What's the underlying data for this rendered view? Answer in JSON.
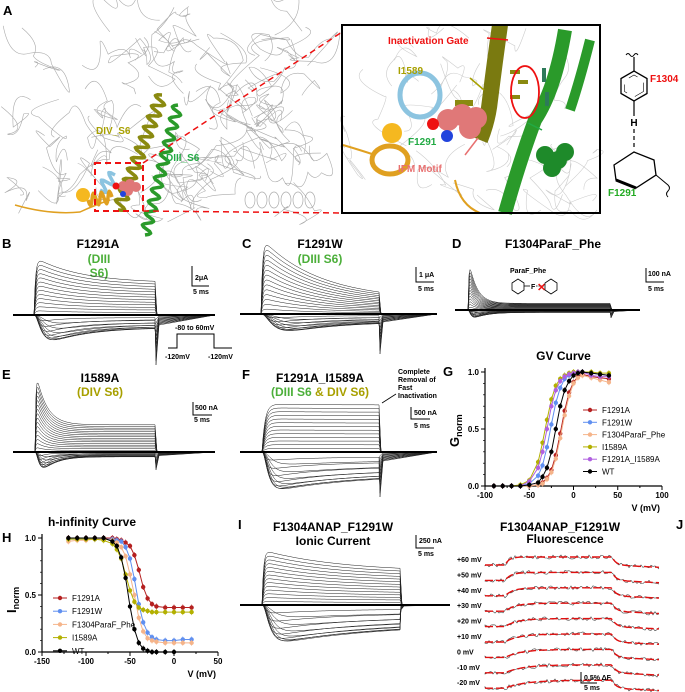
{
  "panels": {
    "A": {
      "letter": "A",
      "labels": {
        "div_s6": "DIV_S6",
        "diii_s6": "DIII_S6"
      },
      "inset": {
        "gate": "Inactivation Gate",
        "i1589": "I1589",
        "f1291": "F1291",
        "ifm": "IFM Motif"
      },
      "chem": {
        "top": "F1304",
        "h": "H",
        "bottom": "F1291"
      }
    },
    "B": {
      "letter": "B",
      "title": "F1291A",
      "sub1": "(DIII",
      "sub2": "S6)",
      "scale_y": "2μA",
      "scale_x": "5 ms",
      "protocol": {
        "step": "-80 to 60mV",
        "hold_left": "-120mV",
        "hold_right": "-120mV"
      }
    },
    "C": {
      "letter": "C",
      "title": "F1291W",
      "sub": "(DIII S6)",
      "scale_y": "1 μA",
      "scale_x": "5 ms"
    },
    "D": {
      "letter": "D",
      "title": "F1304ParaF_Phe",
      "inset_label": "ParaF_Phe",
      "inset_atom": "F",
      "scale_y": "100 nA",
      "scale_x": "5 ms"
    },
    "E": {
      "letter": "E",
      "title": "I1589A",
      "sub": "(DIV S6)",
      "scale_y": "500 nA",
      "scale_x": "5 ms"
    },
    "F": {
      "letter": "F",
      "title": "F1291A_I1589A",
      "sub_a": "(DIII S6",
      "sub_amp": " & ",
      "sub_b": "DIV S6)",
      "scale_y": "500 nA",
      "scale_x": "5 ms",
      "annotation": [
        "Complete",
        "Removal of",
        "Fast",
        "Inactivation"
      ]
    },
    "I": {
      "letter": "I",
      "title": "F1304ANAP_F1291W",
      "sub": "Ionic Current",
      "scale_y": "250 nA",
      "scale_x": "5 ms"
    },
    "J": {
      "letter": "J",
      "title": "F1304ANAP_F1291W",
      "sub": "Fluorescence",
      "scale_y": "0.5% ΔF",
      "scale_x": "5 ms",
      "voltages": [
        "+60 mV",
        "+50 mV",
        "+40 mV",
        "+30 mV",
        "+20 mV",
        "+10 mV",
        "0 mV",
        "-10 mV",
        "-20 mV"
      ]
    }
  },
  "colors": {
    "F1291A": "#b52020",
    "F1291W": "#5f8ff0",
    "F1304ParaF_Phe": "#f5b48a",
    "I1589A": "#b3b000",
    "F1291A_I1589A": "#b060e0",
    "WT": "#000000",
    "green_label": "#4caf3a",
    "olive_label": "#a8a000",
    "red_label": "#ee1111",
    "pink_label": "#e87070"
  },
  "chart_data": [
    {
      "id": "G",
      "letter": "G",
      "type": "line",
      "title": "GV Curve",
      "xlabel": "V (mV)",
      "ylabel": "G",
      "ylabel_sub": "norm",
      "xlim": [
        -100,
        100
      ],
      "ylim": [
        0,
        1.0
      ],
      "xticks": [
        -100,
        -50,
        0,
        50,
        100
      ],
      "xtick_labels": [
        "-100",
        "-50",
        "0",
        "50",
        "100"
      ],
      "yticks": [
        0,
        0.5,
        1.0
      ],
      "ytick_labels": [
        "0.0",
        "0.5",
        "1.0"
      ],
      "legend_position": "right",
      "grid": false,
      "x": [
        -90,
        -80,
        -70,
        -60,
        -50,
        -40,
        -35,
        -30,
        -25,
        -20,
        -15,
        -10,
        -5,
        0,
        5,
        10,
        20,
        30,
        40
      ],
      "series": [
        {
          "name": "F1291A",
          "values": [
            0,
            0,
            0,
            0,
            0,
            0.01,
            0.03,
            0.07,
            0.14,
            0.27,
            0.46,
            0.66,
            0.82,
            0.91,
            0.96,
            0.98,
            0.96,
            0.95,
            0.94
          ]
        },
        {
          "name": "F1291W",
          "values": [
            0,
            0,
            0,
            0,
            0.02,
            0.09,
            0.18,
            0.34,
            0.54,
            0.73,
            0.86,
            0.94,
            0.97,
            0.99,
            1.0,
            1.0,
            0.99,
            0.98,
            0.97
          ]
        },
        {
          "name": "F1304ParaF_Phe",
          "values": [
            0,
            0,
            0,
            0,
            0,
            0.01,
            0.02,
            0.06,
            0.12,
            0.24,
            0.42,
            0.62,
            0.79,
            0.9,
            0.95,
            0.97,
            0.95,
            0.93,
            0.91
          ]
        },
        {
          "name": "I1589A",
          "values": [
            0,
            0,
            0,
            0.01,
            0.05,
            0.21,
            0.38,
            0.58,
            0.76,
            0.88,
            0.94,
            0.97,
            0.99,
            1.0,
            1.0,
            1.0,
            1.0,
            0.99,
            0.99
          ]
        },
        {
          "name": "F1291A_I1589A",
          "values": [
            0,
            0,
            0,
            0,
            0.04,
            0.16,
            0.3,
            0.5,
            0.7,
            0.84,
            0.92,
            0.96,
            0.98,
            0.99,
            1.0,
            1.0,
            0.97,
            0.96,
            0.96
          ]
        },
        {
          "name": "WT",
          "values": [
            0,
            0,
            0,
            0,
            0.01,
            0.03,
            0.08,
            0.16,
            0.3,
            0.5,
            0.7,
            0.84,
            0.92,
            0.97,
            0.99,
            1.0,
            0.99,
            0.98,
            0.97
          ]
        }
      ]
    },
    {
      "id": "H",
      "letter": "H",
      "type": "line",
      "title": "h-infinity Curve",
      "xlabel": "V (mV)",
      "ylabel": "I",
      "ylabel_sub": "norm",
      "xlim": [
        -150,
        50
      ],
      "ylim": [
        0,
        1.0
      ],
      "xticks": [
        -150,
        -100,
        -50,
        0,
        50
      ],
      "xtick_labels": [
        "-150",
        "-100",
        "-50",
        "0",
        "50"
      ],
      "yticks": [
        0,
        0.5,
        1.0
      ],
      "ytick_labels": [
        "0.0",
        "0.5",
        "1.0"
      ],
      "legend_position": "left",
      "grid": false,
      "x": [
        -120,
        -110,
        -100,
        -90,
        -80,
        -70,
        -65,
        -60,
        -55,
        -50,
        -45,
        -40,
        -35,
        -30,
        -25,
        -20,
        -10,
        0,
        10,
        20
      ],
      "series": [
        {
          "name": "F1291A",
          "values": [
            1,
            1,
            1,
            1,
            1,
            1,
            0.99,
            0.98,
            0.96,
            0.93,
            0.85,
            0.72,
            0.57,
            0.47,
            0.42,
            0.4,
            0.39,
            0.39,
            0.39,
            0.39
          ]
        },
        {
          "name": "F1291W",
          "values": [
            0.99,
            0.99,
            0.99,
            0.99,
            0.99,
            0.99,
            0.98,
            0.97,
            0.92,
            0.82,
            0.64,
            0.42,
            0.26,
            0.17,
            0.13,
            0.11,
            0.1,
            0.1,
            0.11,
            0.11
          ]
        },
        {
          "name": "F1304ParaF_Phe",
          "values": [
            0.97,
            0.98,
            0.98,
            0.99,
            0.99,
            0.98,
            0.96,
            0.92,
            0.84,
            0.68,
            0.5,
            0.3,
            0.18,
            0.12,
            0.1,
            0.09,
            0.08,
            0.08,
            0.08,
            0.08
          ]
        },
        {
          "name": "I1589A",
          "values": [
            0.99,
            0.99,
            0.99,
            0.99,
            0.98,
            0.95,
            0.9,
            0.82,
            0.68,
            0.54,
            0.44,
            0.39,
            0.37,
            0.36,
            0.35,
            0.35,
            0.35,
            0.35,
            0.35,
            0.35
          ]
        },
        {
          "name": "WT",
          "values": [
            1,
            1,
            1,
            1,
            1,
            0.97,
            0.93,
            0.83,
            0.65,
            0.4,
            0.2,
            0.08,
            0.03,
            0.01,
            0,
            0,
            0,
            0,
            null,
            null
          ]
        }
      ]
    }
  ]
}
